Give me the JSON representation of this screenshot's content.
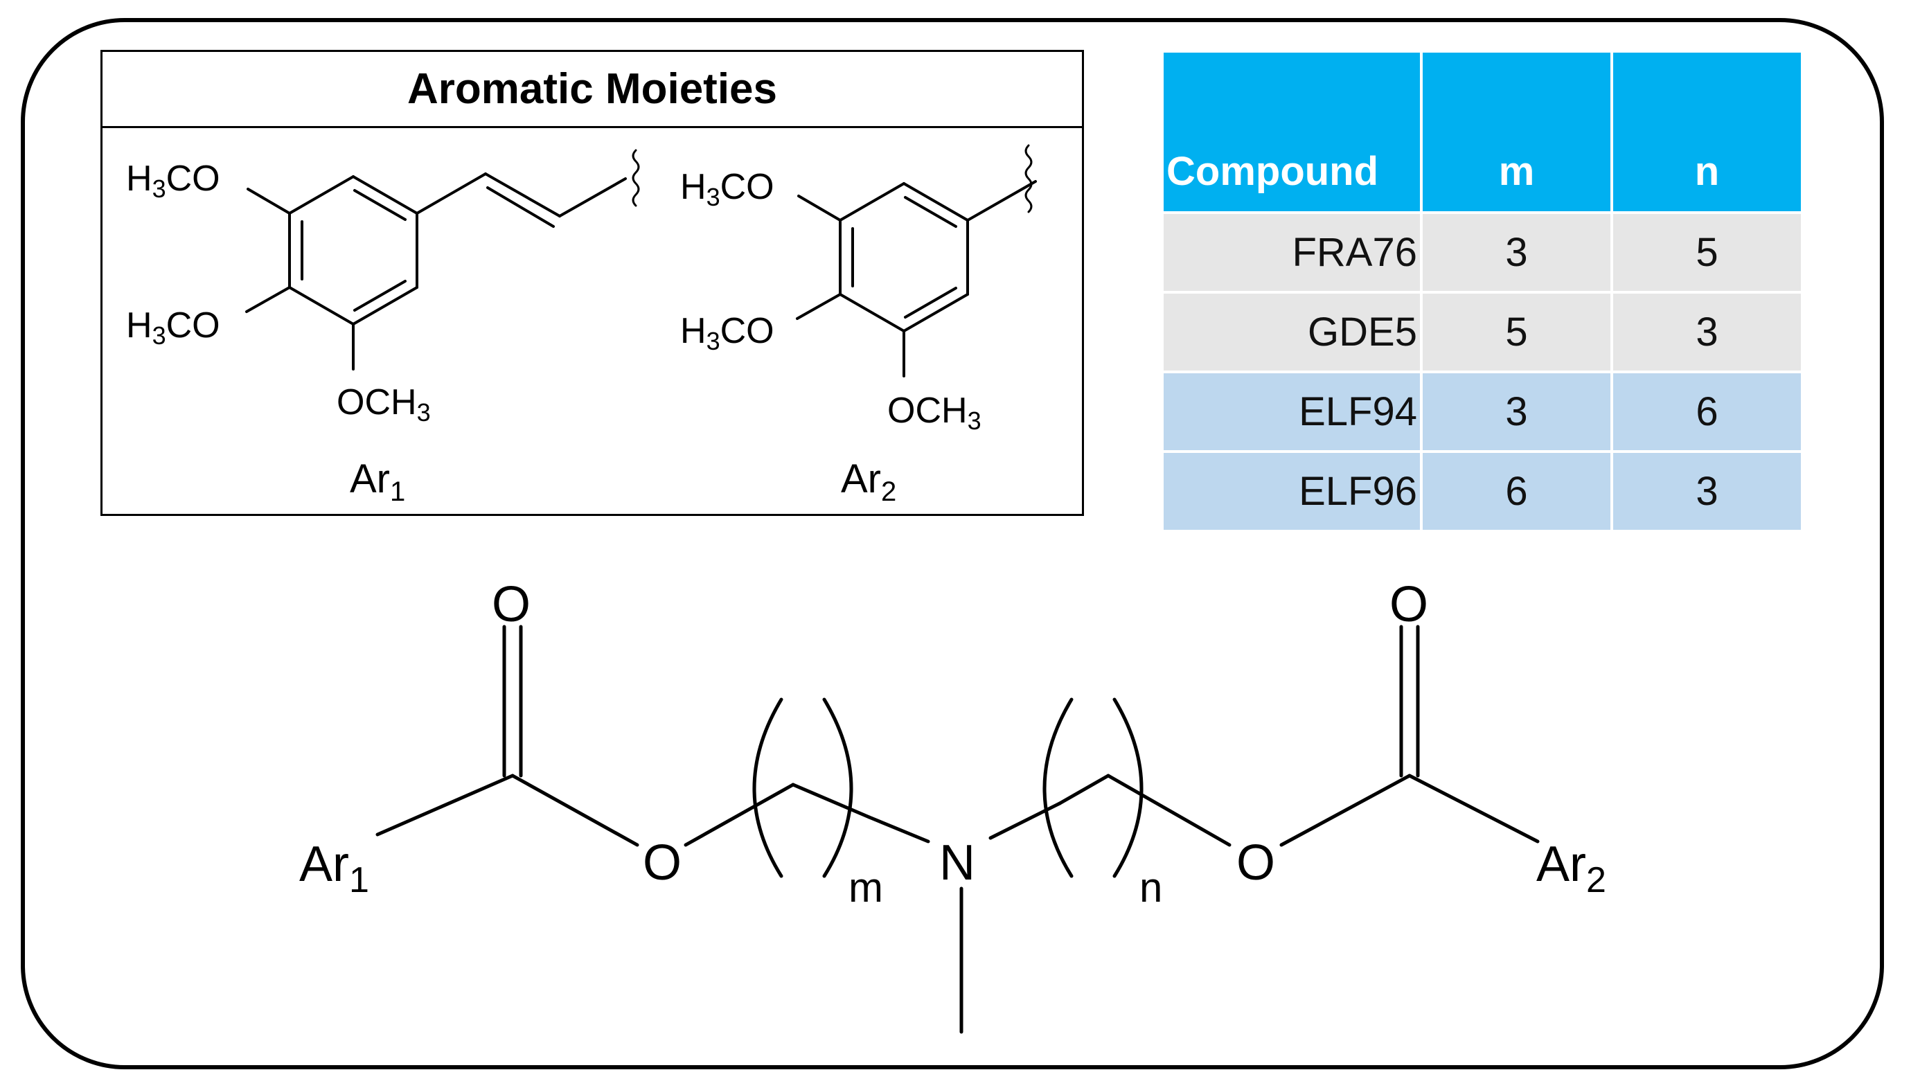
{
  "panel": {
    "title": "Aromatic Moieties"
  },
  "ar1": {
    "sub_top": {
      "h": "H",
      "num": "3",
      "co": "CO"
    },
    "sub_mid": {
      "h": "H",
      "num": "3",
      "co": "CO"
    },
    "sub_bot": {
      "och": "OCH",
      "num": "3"
    },
    "label": {
      "ar": "Ar",
      "num": "1"
    }
  },
  "ar2": {
    "sub_top": {
      "h": "H",
      "num": "3",
      "co": "CO"
    },
    "sub_mid": {
      "h": "H",
      "num": "3",
      "co": "CO"
    },
    "sub_bot": {
      "och": "OCH",
      "num": "3"
    },
    "label": {
      "ar": "Ar",
      "num": "2"
    }
  },
  "table": {
    "headers": [
      "Compound",
      "m",
      "n"
    ],
    "rows": [
      {
        "compound": "FRA76",
        "m": "3",
        "n": "5"
      },
      {
        "compound": "GDE5",
        "m": "5",
        "n": "3"
      },
      {
        "compound": "ELF94",
        "m": "3",
        "n": "6"
      },
      {
        "compound": "ELF96",
        "m": "6",
        "n": "3"
      }
    ]
  },
  "structure": {
    "ar_left": "Ar",
    "ar_left_sub": "1",
    "ar_right": "Ar",
    "ar_right_sub": "2",
    "o_carbonyl": "O",
    "o_ester": "O",
    "n_atom": "N",
    "m_sub": "m",
    "n_sub": "n"
  },
  "colors": {
    "header_blue": "#00b0f0",
    "row_grey": "#e6e6e6",
    "row_blue": "#bdd7ee"
  }
}
